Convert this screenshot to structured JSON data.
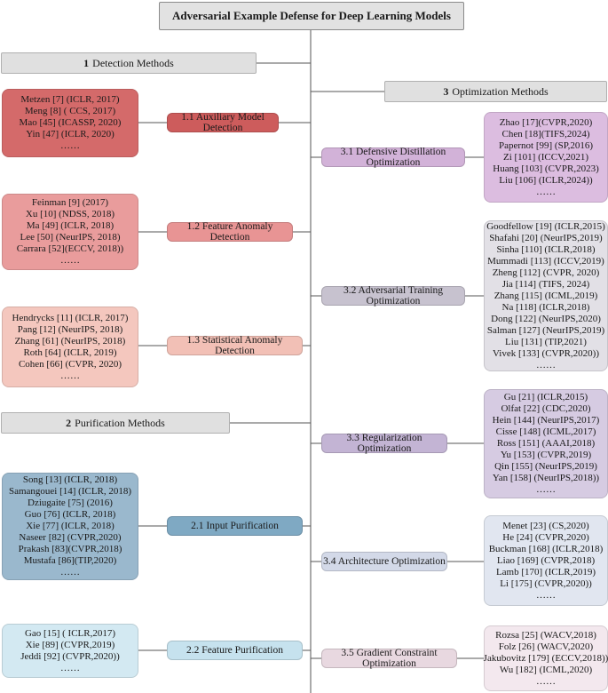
{
  "title": "Adversarial Example Defense for Deep Learning Models",
  "colors": {
    "detect_1": "#cd5c5c",
    "detect_1_box": "#d46a6a",
    "detect_2": "#e89494",
    "detect_2_box": "#e99c9c",
    "detect_3": "#f2c0b6",
    "detect_3_box": "#f4c7be",
    "purify_1": "#7fa9c3",
    "purify_1_box": "#9ab8cd",
    "purify_2": "#c6e2ee",
    "purify_2_box": "#d3e9f2",
    "opt_1": "#d2b2d8",
    "opt_1_box": "#dcbde0",
    "opt_2": "#c7c2cf",
    "opt_2_box": "#e2e0e6",
    "opt_3": "#c3b4d4",
    "opt_3_box": "#d6cbe2",
    "opt_4": "#d3d9e8",
    "opt_4_box": "#e1e6f0",
    "opt_5": "#e8d8e0",
    "opt_5_box": "#f3e8ee"
  },
  "sections": {
    "detection": {
      "num": "1",
      "label": "Detection Methods"
    },
    "purification": {
      "num": "2",
      "label": "Purification Methods"
    },
    "optimization": {
      "num": "3",
      "label": "Optimization Methods"
    }
  },
  "methods": {
    "m11": {
      "label": "1.1 Auxiliary Model Detection",
      "refs": [
        "Metzen [7] (ICLR, 2017)",
        "Meng [8] ( CCS, 2017)",
        "Mao [45] (ICASSP, 2020)",
        "Yin [47] (ICLR, 2020)",
        "……"
      ]
    },
    "m12": {
      "label": "1.2 Feature Anomaly Detection",
      "refs": [
        "Feinman [9] (2017)",
        "Xu [10] (NDSS, 2018)",
        "Ma [49] (ICLR, 2018)",
        "Lee [50] (NeurIPS, 2018)",
        "Carrara [52](ECCV, 2018))",
        "……"
      ]
    },
    "m13": {
      "label": "1.3 Statistical Anomaly Detection",
      "refs": [
        "Hendrycks [11] (ICLR, 2017)",
        "Pang [12] (NeurIPS, 2018)",
        "Zhang [61] (NeurIPS, 2018)",
        "Roth [64] (ICLR, 2019)",
        "Cohen [66] (CVPR, 2020)",
        "……"
      ]
    },
    "m21": {
      "label": "2.1 Input Purification",
      "refs": [
        "Song [13] (ICLR, 2018)",
        "Samangouei [14] (ICLR, 2018)",
        "Dziugaite [75] (2016)",
        "Guo [76] (ICLR, 2018)",
        "Xie [77] (ICLR, 2018)",
        "Naseer [82] (CVPR,2020)",
        "Prakash [83](CVPR,2018)",
        "Mustafa [86](TIP,2020)",
        "……"
      ]
    },
    "m22": {
      "label": "2.2 Feature Purification",
      "refs": [
        "Gao [15] ( ICLR,2017)",
        "Xie [89] (CVPR,2019)",
        "Jeddi [92] (CVPR,2020))",
        "……"
      ]
    },
    "m31": {
      "label": "3.1 Defensive Distillation Optimization",
      "refs": [
        "Zhao [17](CVPR,2020)",
        "Chen [18](TIFS,2024)",
        "Papernot [99] (SP,2016)",
        "Zi [101] (ICCV,2021)",
        "Huang [103] (CVPR,2023)",
        "Liu [106] (ICLR,2024))",
        "……"
      ]
    },
    "m32": {
      "label": "3.2 Adversarial Training Optimization",
      "refs": [
        "Goodfellow [19] (ICLR,2015)",
        "Shafahi [20] (NeurIPS,2019)",
        "Sinha [110] (ICLR,2018)",
        "Mummadi [113] (ICCV,2019)",
        "Zheng [112] (CVPR, 2020)",
        "Jia [114] (TIFS, 2024)",
        "Zhang [115] (ICML,2019)",
        "Na [118] (ICLR,2018)",
        "Dong [122] (NeurIPS,2020)",
        "Salman  [127] (NeurIPS,2019)",
        "Liu [131] (TIP,2021)",
        "Vivek [133] (CVPR,2020))",
        "……"
      ]
    },
    "m33": {
      "label": "3.3 Regularization Optimization",
      "refs": [
        "Gu [21] (ICLR,2015)",
        "Olfat [22] (CDC,2020)",
        "Hein [144] (NeurIPS,2017)",
        "Cisse [148] (ICML,2017)",
        "Ross [151] (AAAI,2018)",
        "Yu [153] (CVPR,2019)",
        "Qin [155] (NeurIPS,2019)",
        "Yan [158] (NeurIPS,2018))",
        "……"
      ]
    },
    "m34": {
      "label": "3.4 Architecture Optimization",
      "refs": [
        "Menet [23] (CS,2020)",
        "He [24] (CVPR,2020)",
        "Buckman [168] (ICLR,2018)",
        "Liao [169] (CVPR,2018)",
        "Lamb [170] (ICLR,2019)",
        "Li [175] (CVPR,2020))",
        "……"
      ]
    },
    "m35": {
      "label": "3.5 Gradient Constraint Optimization",
      "refs": [
        "Rozsa [25] (WACV,2018)",
        "Folz [26] (WACV,2020)",
        "Jakubovitz [179] (ECCV,2018))",
        "Wu [182] (ICML,2020)",
        "……"
      ]
    }
  }
}
